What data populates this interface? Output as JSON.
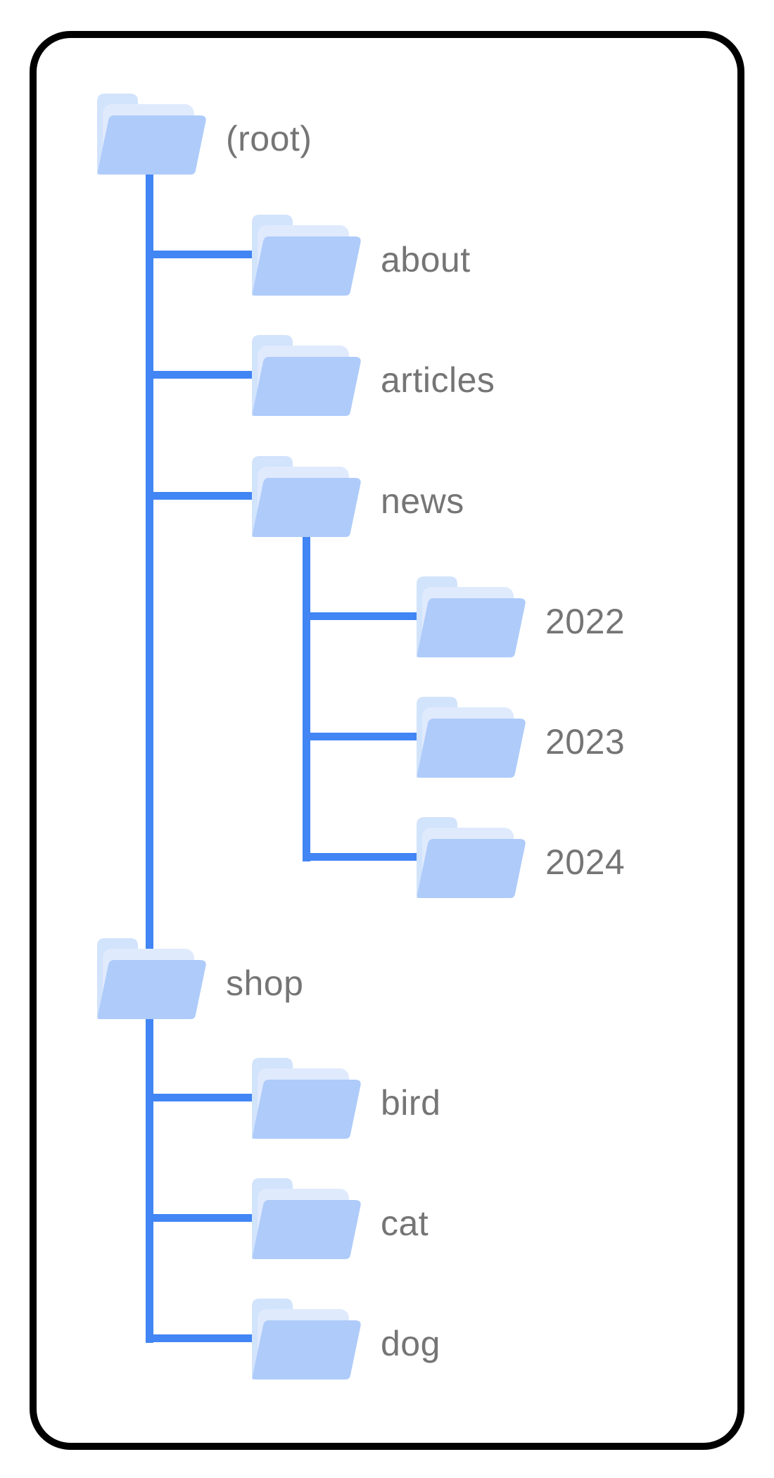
{
  "theme": {
    "line_color": "#4285f4",
    "folder_front": "#aecbfa",
    "folder_tab": "#d2e3fc",
    "folder_sheet": "#e0eafd",
    "label_color": "#757575",
    "card_border": "#000000",
    "card_bg": "#ffffff"
  },
  "diagram": {
    "type": "folder-tree",
    "nodes": [
      {
        "label": "(root)",
        "level": 0,
        "parent": null
      },
      {
        "label": "about",
        "level": 1,
        "parent": "(root)"
      },
      {
        "label": "articles",
        "level": 1,
        "parent": "(root)"
      },
      {
        "label": "news",
        "level": 1,
        "parent": "(root)"
      },
      {
        "label": "2022",
        "level": 2,
        "parent": "news"
      },
      {
        "label": "2023",
        "level": 2,
        "parent": "news"
      },
      {
        "label": "2024",
        "level": 2,
        "parent": "news"
      },
      {
        "label": "shop",
        "level": 0,
        "parent": "(root)"
      },
      {
        "label": "bird",
        "level": 1,
        "parent": "shop"
      },
      {
        "label": "cat",
        "level": 1,
        "parent": "shop"
      },
      {
        "label": "dog",
        "level": 1,
        "parent": "shop"
      }
    ]
  }
}
